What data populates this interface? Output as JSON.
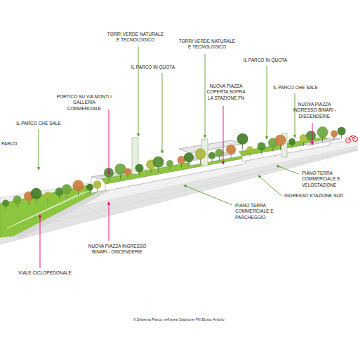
{
  "diagram": {
    "caption": "Il Sistema Parco nell'area Stazione FN Busto Arsizio",
    "labels": [
      "PARCO",
      "IL PARCO CHE SALE",
      "PORTICO SU VIA MONTI / GALLERIA COMMERCIALE",
      "TORRI VERDE NATURALE E TECNOLOGICO",
      "IL PARCO IN QUOTA",
      "TORRI VERDE NATURALE E TECNOLOGICO",
      "NUOVA PIAZZA COPERTA SOPRA LA STAZIONE FN",
      "IL PARCO IN QUOTA",
      "IL PARCO CHE SALE",
      "NUOVA PIAZZA INGRESSO BINARI - DISCENDERIE",
      "PIANO TERRA COMMERCIALE E VELOSTAZIONE",
      "INGRESSO STAZIONE SUD",
      "PIANO TERRA COMMERCIALE E PARCHEGGIO",
      "NUOVA PIAZZA INGRESSO BINARI - DISCENDERIE",
      "VIALE CICLOPEDONALE"
    ]
  }
}
